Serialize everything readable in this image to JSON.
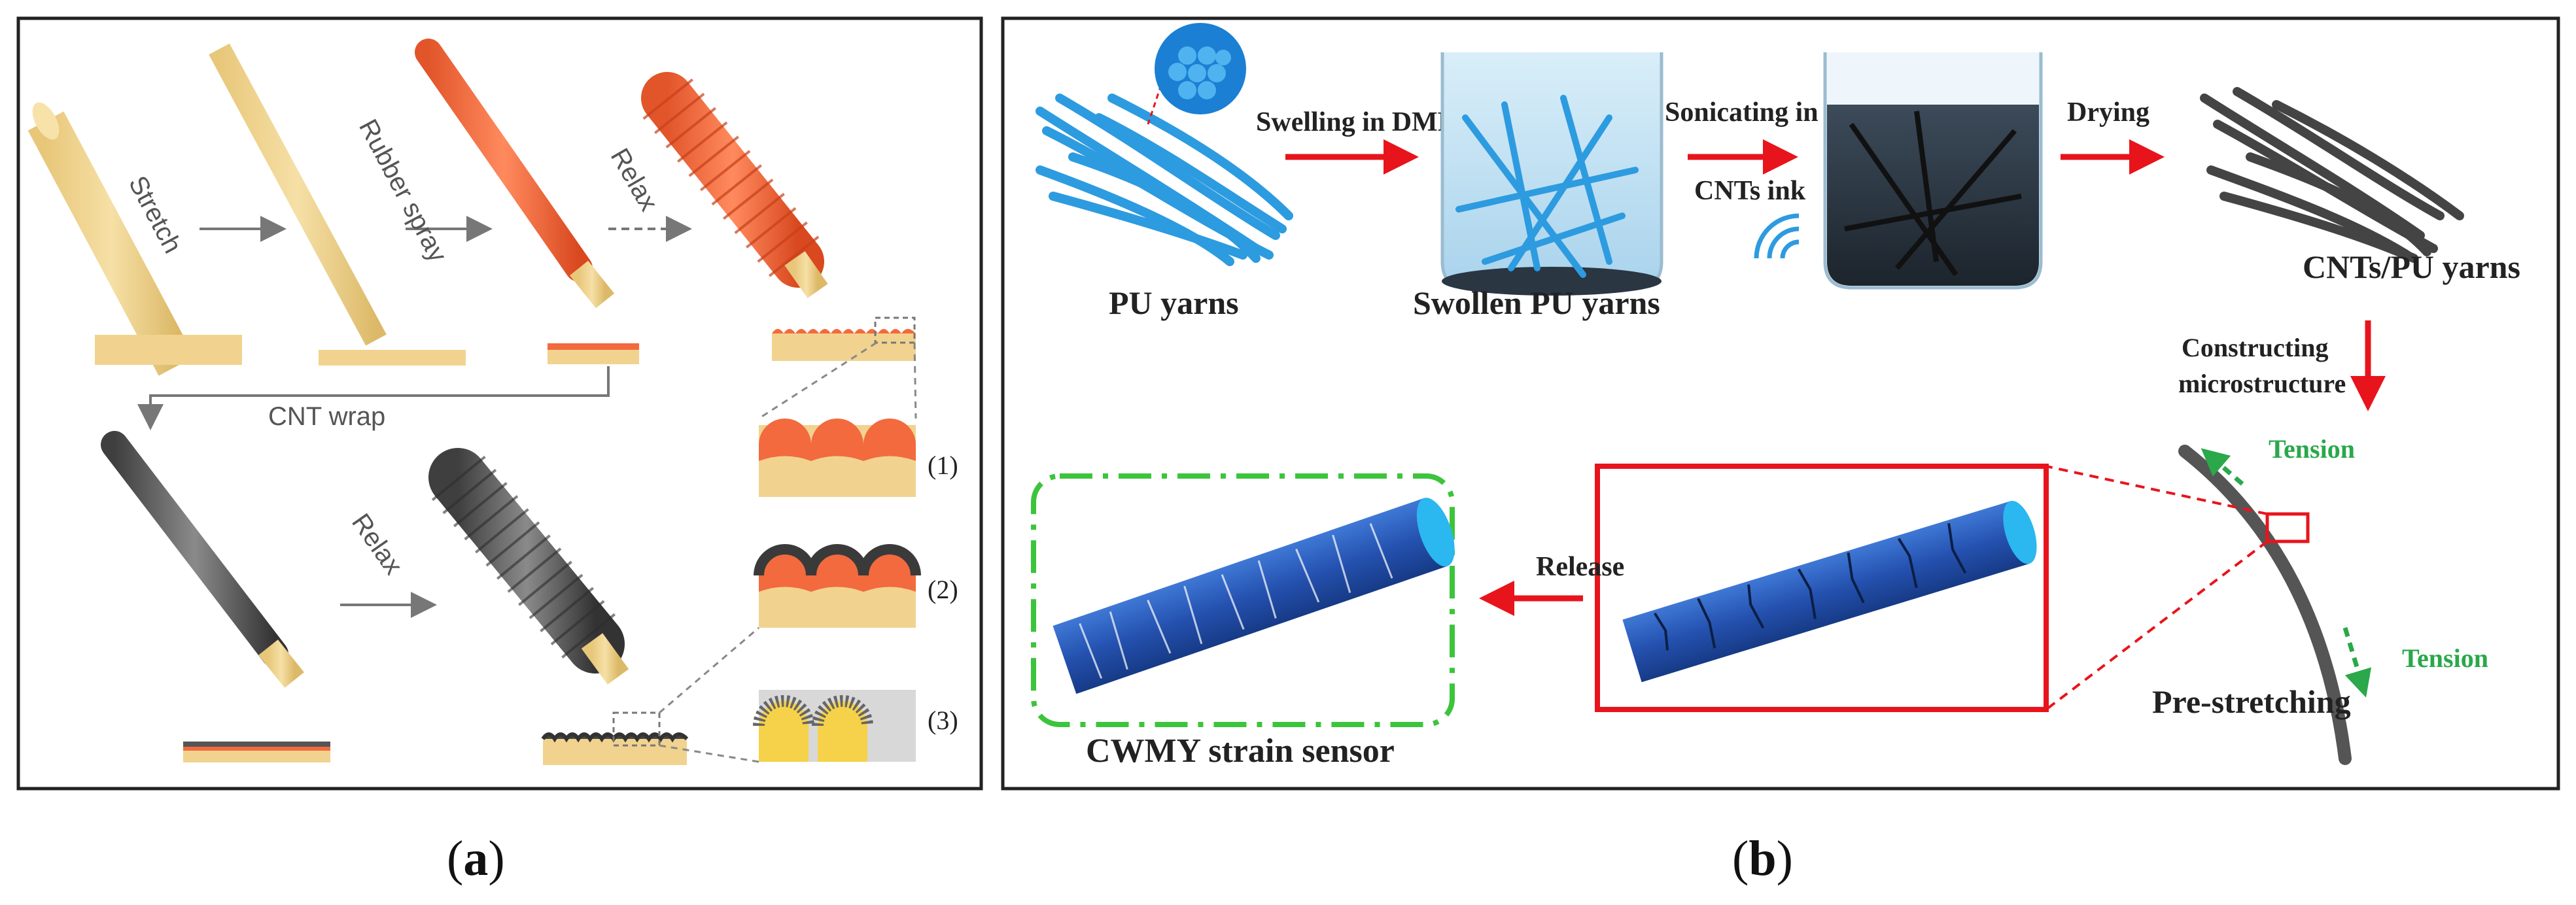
{
  "panel_a": {
    "step_labels": {
      "stretch": "Stretch",
      "rubber_spray": "Rubber spray",
      "relax_1": "Relax",
      "cnt_wrap": "CNT wrap",
      "relax_2": "Relax"
    },
    "inset_labels": [
      "(1)",
      "(2)",
      "(3)"
    ],
    "caption_open": "(",
    "caption_letter": "a",
    "caption_close": ")"
  },
  "panel_b": {
    "labels": {
      "swelling": "Swelling in DMF",
      "sonicating_1": "Sonicating in",
      "sonicating_2": "CNTs ink",
      "drying": "Drying",
      "pu_yarns": "PU yarns",
      "swollen": "Swollen PU yarns",
      "cnt_pu": "CNTs/PU yarns",
      "constructing_1": "Constructing",
      "constructing_2": "microstructure",
      "tension_top": "Tension",
      "tension_bottom": "Tension",
      "pre_stretching": "Pre-stretching",
      "release": "Release",
      "sensor": "CWMY strain sensor"
    },
    "caption_open": "(",
    "caption_letter": "b",
    "caption_close": ")"
  },
  "colors": {
    "yarn_tan": "#f2d592",
    "rubber_orange": "#f26a3d",
    "cnt_gray": "#555555",
    "pu_blue": "#2d9be0",
    "sensor_blue": "#1f4fa8",
    "arrow_red": "#e8141c",
    "tension_green": "#2aa84a",
    "frame_dash_green": "#3cc43c"
  }
}
